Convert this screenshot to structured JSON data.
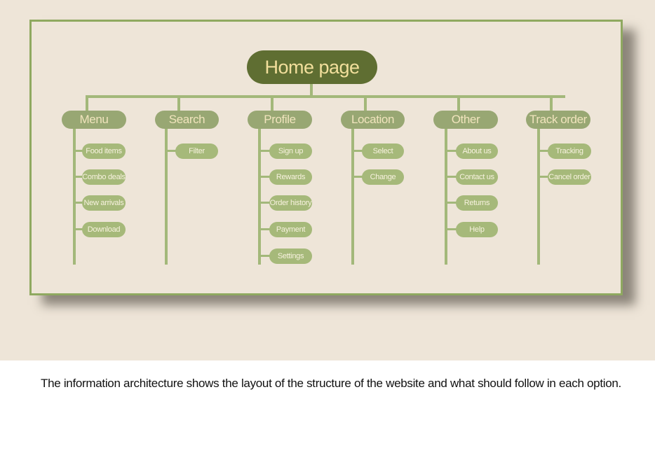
{
  "root": {
    "label": "Home page"
  },
  "categories": [
    {
      "label": "Menu",
      "items": [
        "Food items",
        "Combo deals",
        "New arrivals",
        "Download"
      ]
    },
    {
      "label": "Search",
      "items": [
        "Filter"
      ]
    },
    {
      "label": "Profile",
      "items": [
        "Sign up",
        "Rewards",
        "Order history",
        "Payment",
        "Settings"
      ]
    },
    {
      "label": "Location",
      "items": [
        "Select",
        "Change"
      ]
    },
    {
      "label": "Other",
      "items": [
        "About us",
        "Contact us",
        "Returns",
        "Help"
      ]
    },
    {
      "label": "Track order",
      "items": [
        "Tracking",
        "Cancel order"
      ]
    }
  ],
  "caption": "The information architecture shows the layout of the structure of the website and what should follow in each option.",
  "colors": {
    "background": "#eee5d8",
    "frame_border": "#8fa960",
    "root_fill": "#5f6e32",
    "root_text": "#f2df9c",
    "category_fill": "#98a773",
    "subitem_fill": "#a6b97a",
    "connector": "#a3b87a"
  }
}
